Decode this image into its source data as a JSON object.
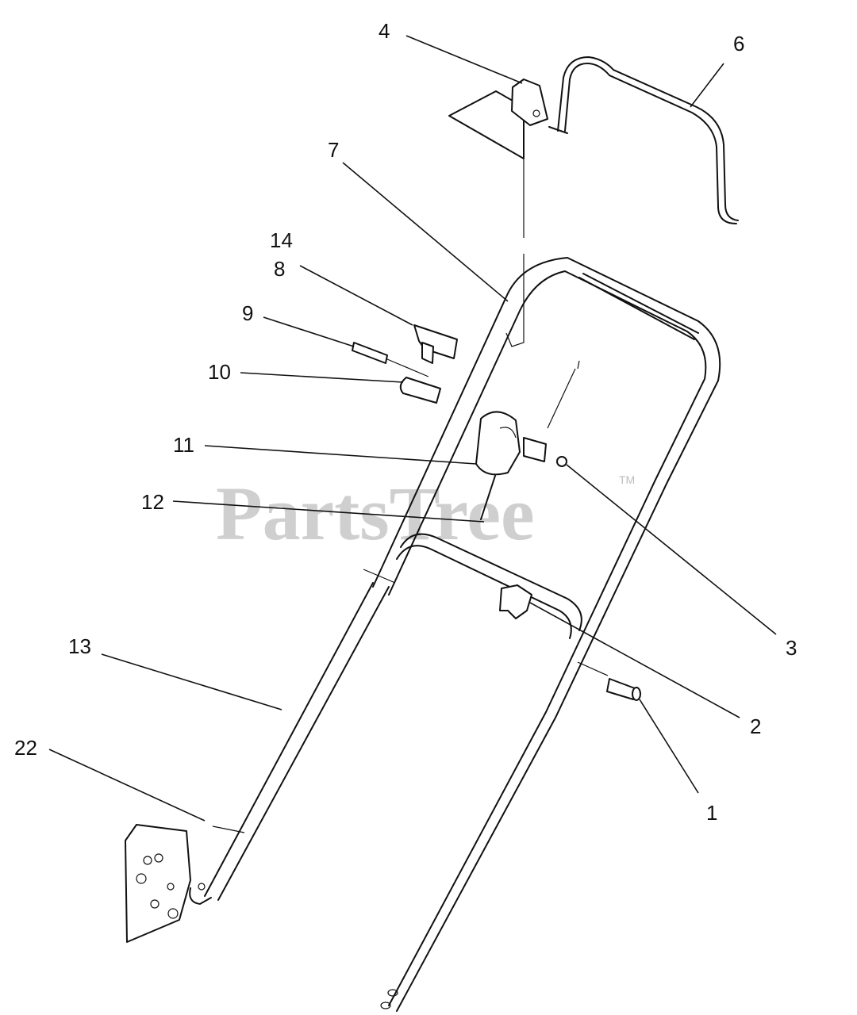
{
  "watermark": {
    "text": "PartsTree",
    "trademark": "TM"
  },
  "callouts": [
    {
      "id": "c4",
      "label": "4"
    },
    {
      "id": "c6",
      "label": "6"
    },
    {
      "id": "c7",
      "label": "7"
    },
    {
      "id": "c14",
      "label": "14"
    },
    {
      "id": "c8",
      "label": "8"
    },
    {
      "id": "c9",
      "label": "9"
    },
    {
      "id": "c10",
      "label": "10"
    },
    {
      "id": "c11",
      "label": "11"
    },
    {
      "id": "c12",
      "label": "12"
    },
    {
      "id": "c3",
      "label": "3"
    },
    {
      "id": "c2",
      "label": "2"
    },
    {
      "id": "c13",
      "label": "13"
    },
    {
      "id": "c1",
      "label": "1"
    },
    {
      "id": "c22",
      "label": "22"
    }
  ]
}
